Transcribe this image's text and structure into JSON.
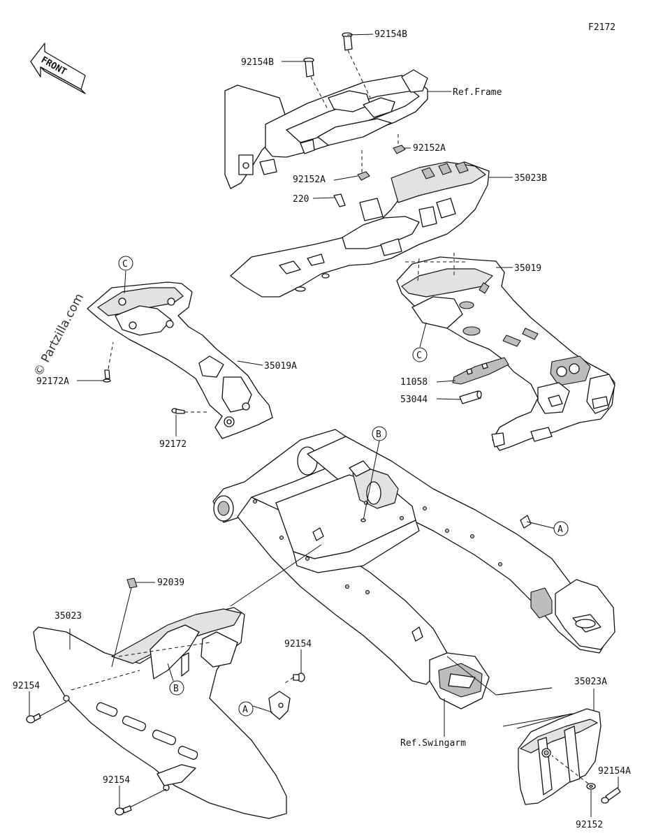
{
  "figure_code": "F2172",
  "watermark": "© Partzilla.com",
  "front_arrow": {
    "text": "FRONT"
  },
  "parts": {
    "p92154B_top": "92154B",
    "p92154B_left": "92154B",
    "ref_frame": "Ref.Frame",
    "p92152A_right": "92152A",
    "p92152A_left": "92152A",
    "p35023B": "35023B",
    "p220": "220",
    "p35019": "35019",
    "p35019A": "35019A",
    "p92172A": "92172A",
    "p92172": "92172",
    "p11058": "11058",
    "p53044": "53044",
    "p92039": "92039",
    "p35023": "35023",
    "p92154_mid": "92154",
    "p92154_left": "92154",
    "p92154_bottom": "92154",
    "ref_swingarm": "Ref.Swingarm",
    "p35023A": "35023A",
    "p92154A": "92154A",
    "p92152": "92152"
  },
  "callouts": {
    "c_top": "C",
    "c_right": "C",
    "b_top": "B",
    "b_bottom": "B",
    "a_right": "A",
    "a_bottom": "A"
  }
}
